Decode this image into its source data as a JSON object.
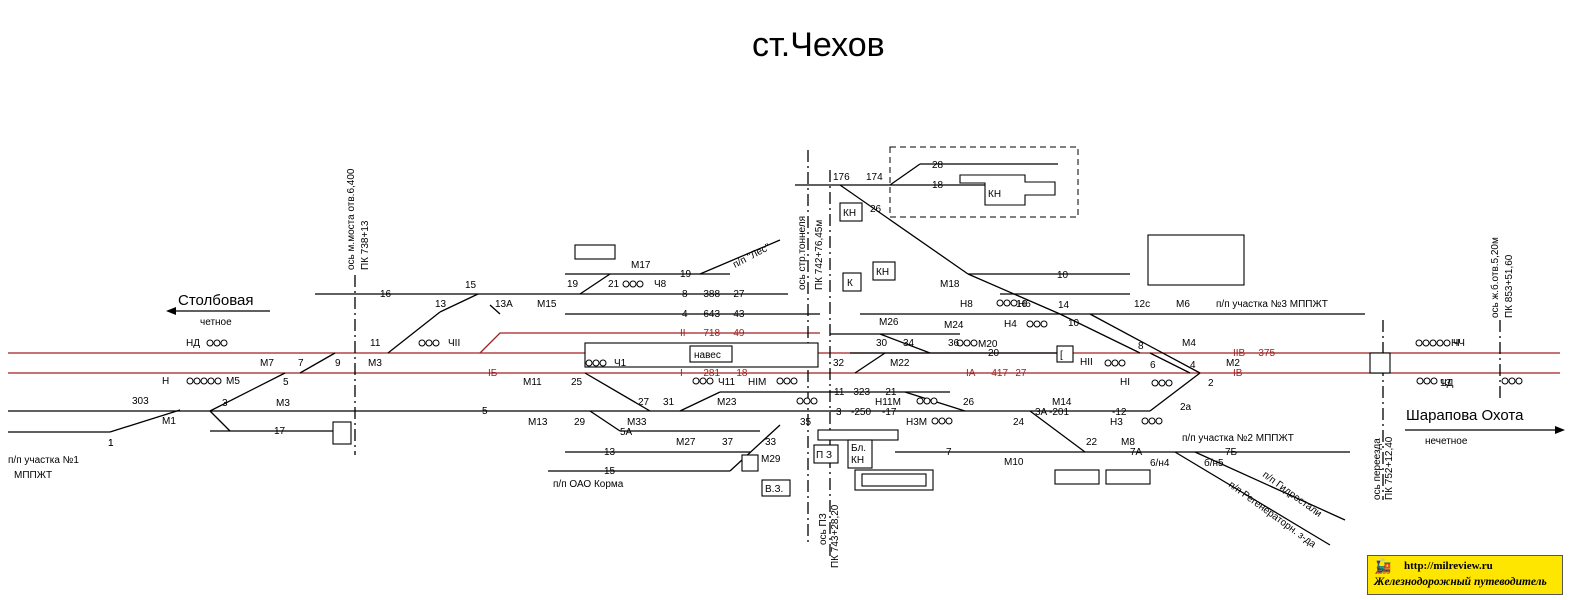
{
  "title": "ст.Чехов",
  "directions": {
    "left_name": "Столбовая",
    "left_parity": "четное",
    "right_name": "Шарапова Охота",
    "right_parity": "нечетное"
  },
  "axes": {
    "bridge": [
      "ось м.моста отв.6,400",
      "ПК 738+13"
    ],
    "tunnel": [
      "ось стр.тоннеля",
      "ПК 742+76,45м"
    ],
    "platform": [
      "ось ПЗ",
      "ПК 743+28,20"
    ],
    "crossing": [
      "ось переезда",
      "ПК 752+12,40"
    ],
    "railway_bridge": [
      "ось ж.б.отв.5,20м",
      "ПК 853+51,60"
    ]
  },
  "sidings": {
    "les": "п/п \"Лес\"",
    "mppzht3": "п/п участка №3 МППЖТ",
    "mppzht1": [
      "п/п участка №1",
      "МППЖТ"
    ],
    "korma": "п/п ОАО Корма",
    "mppzht2": "п/п участка №2 МППЖТ",
    "gidrostali": "п/п Гидростали",
    "regenerator": "п/п Регенераторн. з-да"
  },
  "buildings": {
    "naves": "навес",
    "kn": "КН",
    "k": "К",
    "pz": "П З",
    "blkn": [
      "Бл.",
      "КН"
    ],
    "vz": "В.З."
  },
  "labels": {
    "track_nums": [
      "16",
      "15",
      "13",
      "13А",
      "19",
      "21",
      "19",
      "8",
      "-388",
      "-27",
      "4",
      "-643",
      "-43",
      "II",
      "-718",
      "-49",
      "IБ",
      "I",
      "-281",
      "-18",
      "5",
      "17",
      "303",
      "1",
      "3",
      "11",
      "9",
      "7",
      "5",
      "25",
      "27",
      "29",
      "31",
      "33",
      "35",
      "37",
      "5А",
      "13",
      "15",
      "176",
      "174",
      "28",
      "18",
      "26",
      "10",
      "14",
      "10",
      "12с",
      "8",
      "6",
      "4",
      "2",
      "2а",
      "30",
      "34",
      "36",
      "32",
      "20",
      "11",
      "-323",
      "-21",
      "3",
      "-250",
      "-17",
      "26",
      "24",
      "3А",
      "-201",
      "-12",
      "22",
      "7А",
      "7",
      "IА",
      "-417",
      "-27",
      "IIВ",
      "-375",
      "IВ",
      "6/н4",
      "б/н5",
      "7Б",
      "13",
      "1"
    ],
    "signals": [
      "НД",
      "Н",
      "М5",
      "М7",
      "М3",
      "М3",
      "М1",
      "ЧII",
      "М15",
      "М17",
      "Ч8",
      "Ч1",
      "Ч11",
      "НIМ",
      "М11",
      "М13",
      "М33",
      "М23",
      "М27",
      "М29",
      "М26",
      "М24",
      "М22",
      "М20",
      "НII",
      "НI",
      "Н11М",
      "Н3М",
      "М18",
      "Н8",
      "Н4",
      "Н6",
      "16",
      "М6",
      "М4",
      "М2",
      "М14",
      "Н3",
      "М8",
      "М10",
      "Ч",
      "ЧД",
      "НЧ"
    ]
  },
  "logo": {
    "url": "http://milreview.ru",
    "text": "Железнодорожный путеводитель"
  },
  "colors": {
    "line": "#000000",
    "main_track": "#a12020",
    "logo_bg": "#ffe600"
  }
}
